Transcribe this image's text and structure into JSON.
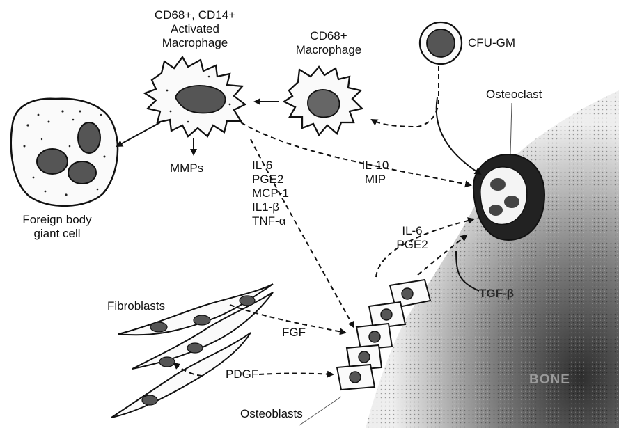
{
  "labels": {
    "activated_macrophage": [
      "CD68+, CD14+",
      "Activated",
      "Macrophage"
    ],
    "macrophage": [
      "CD68+",
      "Macrophage"
    ],
    "cfu_gm": "CFU-GM",
    "osteoclast": "Osteoclast",
    "foreign_body_giant_cell": [
      "Foreign body",
      "giant cell"
    ],
    "mmps": "MMPs",
    "cytokines_list": [
      "IL-6",
      "PGE2",
      "MCP-1",
      "IL1-β",
      "TNF-α"
    ],
    "il10_mip": [
      "IL-10",
      "MIP"
    ],
    "il6_pge2": [
      "IL-6",
      "PGE2"
    ],
    "fibroblasts": "Fibroblasts",
    "fgf": "FGF",
    "pdgf": "PDGF",
    "osteoblasts": "Osteoblasts",
    "tgf_beta": "TGF-β",
    "bone": "BONE"
  },
  "colors": {
    "bone_light": "#f2f2f2",
    "bone_dark": "#3a3a3a",
    "ink": "#111111"
  }
}
